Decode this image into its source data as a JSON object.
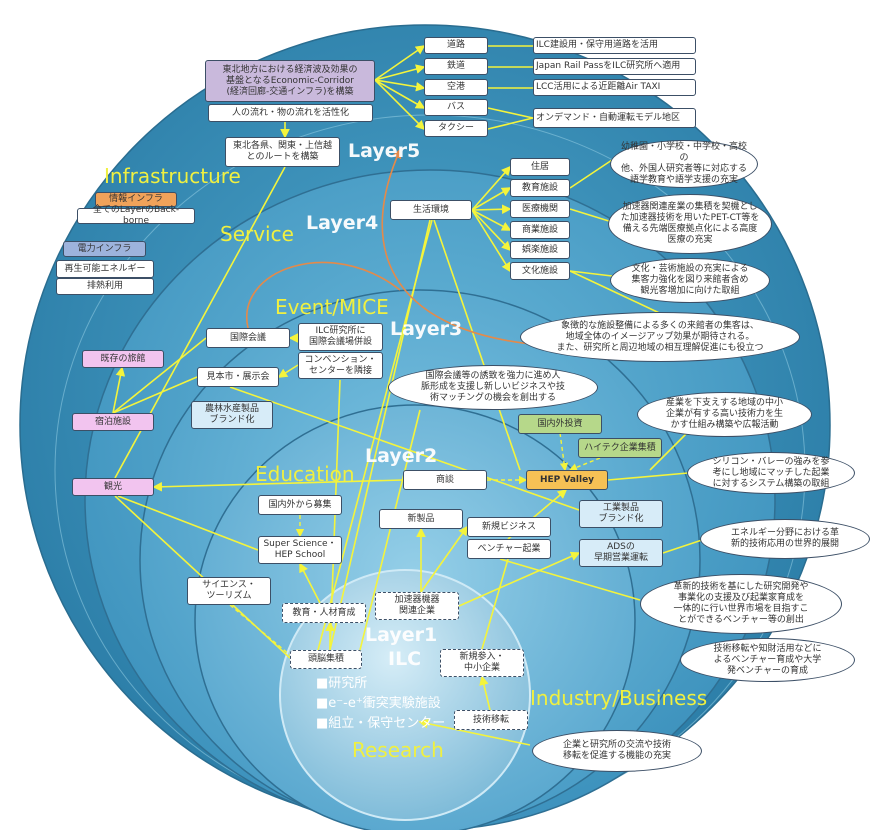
{
  "layers": {
    "l5": "Layer5",
    "l4": "Layer4",
    "l3": "Layer3",
    "l2": "Layer2",
    "l1": "Layer1",
    "l1sub": "ILC"
  },
  "domains": {
    "infrastructure": "Infrastructure",
    "service": "Service",
    "event": "Event/MICE",
    "education": "Education",
    "industry": "Industry/Business",
    "research": "Research"
  },
  "ilc_facilities": [
    "■研究所",
    "■e⁻-e⁺衝突実験施設",
    "■組立・保守センター"
  ],
  "transport": {
    "corridor": "東北地方における経済波及効果の\n基盤となるEconomic-Corridor\n(経済回廊-交通インフラ)を構築",
    "flow": "人の流れ・物の流れを活性化",
    "route": "東北各県、関東・上信越\nとのルートを構築",
    "modes": [
      "道路",
      "鉄道",
      "空港",
      "バス",
      "タクシー"
    ],
    "notes": [
      "ILC建設用・保守用道路を活用",
      "Japan Rail PassをILC研究所へ適用",
      "LCC活用による近距離Air TAXI",
      "オンデマンド・自動運転モデル地区"
    ]
  },
  "infra": {
    "info": "情報インフラ",
    "backbone": "全てのLayerのBack-borne",
    "power": "電力インフラ",
    "renewable": "再生可能エネルギー",
    "heat": "排熱利用"
  },
  "living": {
    "main": "生活環境",
    "items": [
      "住居",
      "教育施設",
      "医療機関",
      "商業施設",
      "娯楽施設",
      "文化施設"
    ],
    "notes": [
      "幼稚園・小学校・中学校・高校の\n他、外国人研究者等に対応する\n語学教育や語学支援の充実",
      "加速器関連産業の集積を契機とし\nた加速器技術を用いたPET-CT等を\n備える先端医療拠点化による高度\n医療の充実",
      "文化・芸術施設の充実による\n集客力強化を図り来館者含め\n観光客増加に向けた取組",
      "象徴的な施設整備による多くの来館者の集客は、\n地域全体のイメージアップ効果が期待される。\nまた、研究所と周辺地域の相互理解促進にも役立つ"
    ]
  },
  "mice": {
    "conference": "国際会議",
    "ilc_hall": "ILC研究所に\n国際会議場併設",
    "convention": "コンベンション・\nセンターを隣接",
    "fair": "見本市・展示会",
    "agri": "農林水産製品\nブランド化",
    "ryokan": "既存の旅館",
    "lodging": "宿泊施設",
    "tourism": "観光",
    "note": "国際会議等の誘致を強力に進め人\n脈形成を支援し新しいビジネスや技\n術マッチングの機会を創出する"
  },
  "industry": {
    "investment": "国内外投資",
    "hitech": "ハイテク企業集積",
    "hep": "HEP Valley",
    "negotiation": "商談",
    "brand": "工業製品\nブランド化",
    "ads": "ADSの\n早期営業運転",
    "newproduct": "新製品",
    "newbiz": "新規ビジネス",
    "venture": "ベンチャー起業",
    "notes": [
      "産業を下支えする地域の中小\n企業が有する高い技術力を生\nかす仕組み構築や広報活動",
      "シリコン・バレーの強みを参\n考にし地域にマッチした起業\nに対するシステム構築の取組",
      "エネルギー分野における革\n新的技術応用の世界的展開",
      "革新的技術を基にした研究開発や\n事業化の支援及び起業家育成を\n一体的に行い世界市場を目指すこ\nとができるベンチャー等の創出",
      "技術移転や知財活用などに\nよるベンチャー育成や大学\n発ベンチャーの育成"
    ]
  },
  "education": {
    "recruit": "国内外から募集",
    "school": "Super Science・\nHEP School",
    "science_tourism": "サイエンス・\nツーリズム",
    "hr": "教育・人材育成",
    "accel": "加速器機器\n関連企業",
    "brain": "頭脳集積",
    "sme": "新規参入・\n中小企業",
    "tech_transfer": "技術移転",
    "note": "企業と研究所の交流や技術\n移転を促進する機能の充実"
  }
}
